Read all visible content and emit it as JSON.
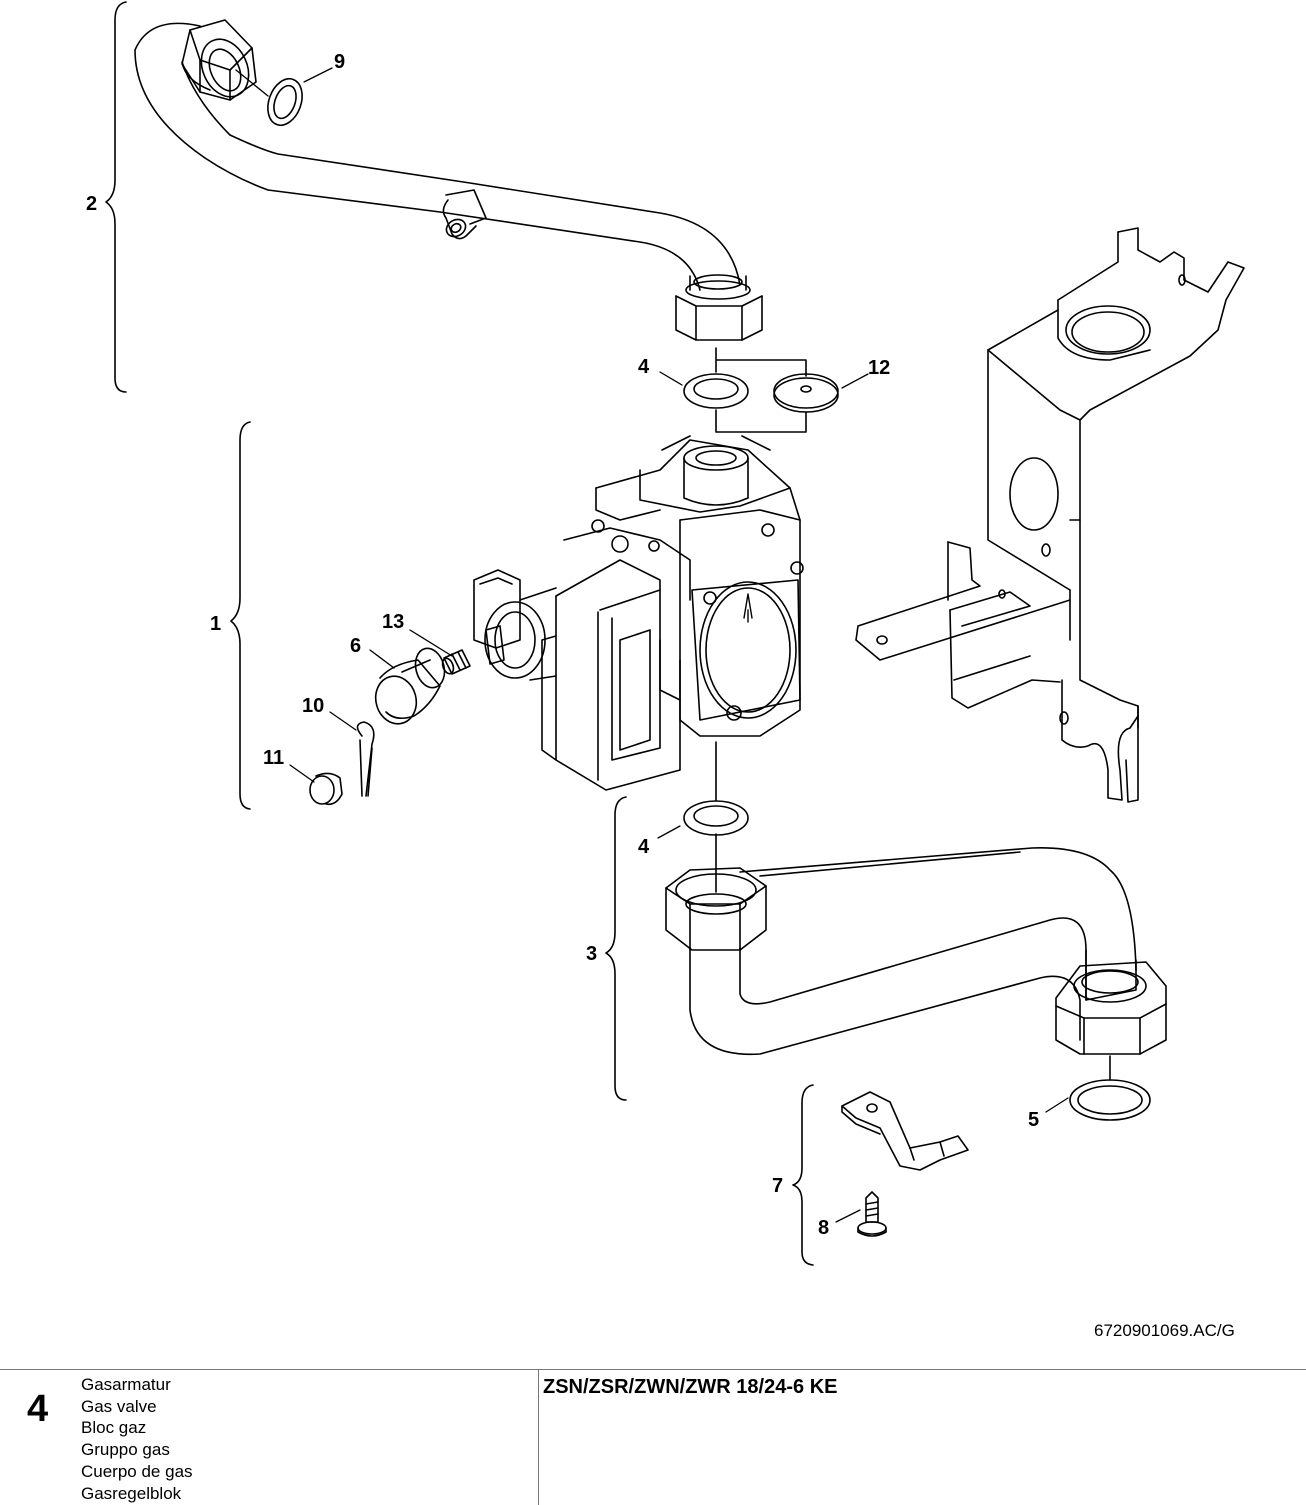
{
  "diagram": {
    "callouts": [
      "1",
      "2",
      "3",
      "4",
      "4",
      "5",
      "6",
      "7",
      "8",
      "9",
      "10",
      "11",
      "12",
      "13"
    ]
  },
  "drawing_id": "6720901069.AC/G",
  "footer": {
    "page_number": "4",
    "languages": [
      "Gasarmatur",
      "Gas valve",
      "Bloc gaz",
      "Gruppo gas",
      "Cuerpo de gas",
      "Gasregelblok"
    ],
    "model": "ZSN/ZSR/ZWN/ZWR 18/24-6 KE"
  }
}
